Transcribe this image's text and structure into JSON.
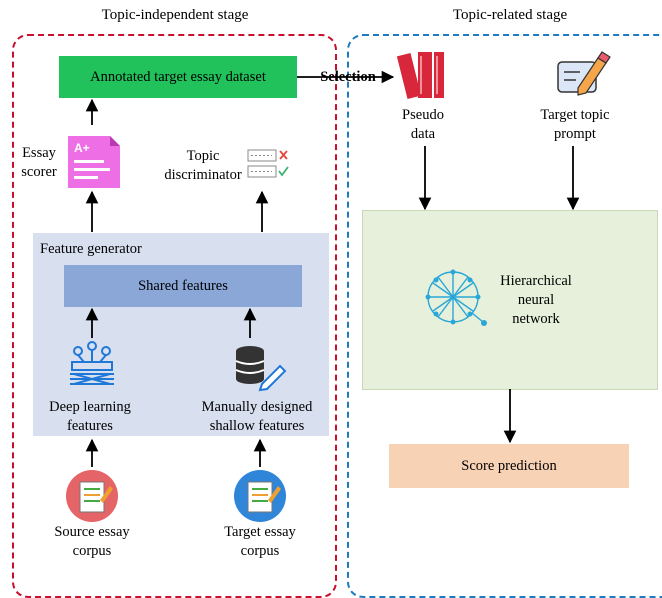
{
  "stages": {
    "left_title": "Topic-independent stage",
    "right_title": "Topic-related stage"
  },
  "left": {
    "annotated_dataset": "Annotated target essay dataset",
    "selection_label": "Selection",
    "essay_scorer": [
      "Essay",
      "scorer"
    ],
    "topic_discriminator": [
      "Topic",
      "discriminator"
    ],
    "feature_generator": "Feature generator",
    "shared_features": "Shared features",
    "deep_features": [
      "Deep learning",
      "features"
    ],
    "shallow_features": [
      "Manually designed",
      "shallow features"
    ],
    "source_corpus": [
      "Source essay",
      "corpus"
    ],
    "target_corpus": [
      "Target essay",
      "corpus"
    ]
  },
  "right": {
    "pseudo_data": [
      "Pseudo",
      "data"
    ],
    "target_prompt": [
      "Target topic",
      "prompt"
    ],
    "network": [
      "Hierarchical",
      "neural",
      "network"
    ],
    "score_prediction": "Score prediction"
  },
  "colors": {
    "left_border": "#c8102e",
    "right_border": "#1f7bc1",
    "dataset_box": "#21c15c",
    "feature_generator_box": "#d8e0f0",
    "shared_features_box": "#8aa7d8",
    "network_box": "#e6f0da",
    "score_box": "#f8d2b4"
  }
}
